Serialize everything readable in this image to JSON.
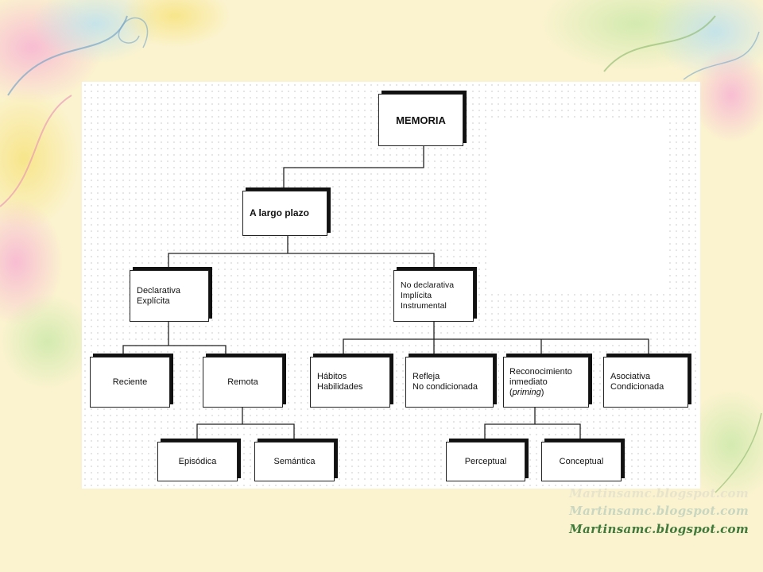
{
  "diagram": {
    "root": "MEMORIA",
    "long_term": "A largo plazo",
    "declarative": "Declarativa\nExplícita",
    "non_declarative": "No declarativa\nImplícita\nInstrumental",
    "recent": "Reciente",
    "remote": "Remota",
    "habits": "Hábitos\nHabilidades",
    "reflex": "Refleja\nNo condicionada",
    "priming_line1": "Reconocimiento\ninmediato\n(",
    "priming_word": "priming",
    "priming_line3": ")",
    "associative": "Asociativa\nCondicionada",
    "episodic": "Episódica",
    "semantic": "Semántica",
    "perceptual": "Perceptual",
    "conceptual": "Conceptual"
  },
  "watermark": {
    "line1": "Martinsamc.blogspot.com",
    "line2": "Martinsamc.blogspot.com",
    "line3": "Martinsamc.blogspot.com",
    "colors": [
      "#e8e4cc",
      "#c9d7c0",
      "#3f7a3a"
    ]
  },
  "colors": {
    "box_border": "#222222",
    "box_shadow": "#111111",
    "connector": "#222222",
    "panel_dots": "#cfcfcf"
  }
}
